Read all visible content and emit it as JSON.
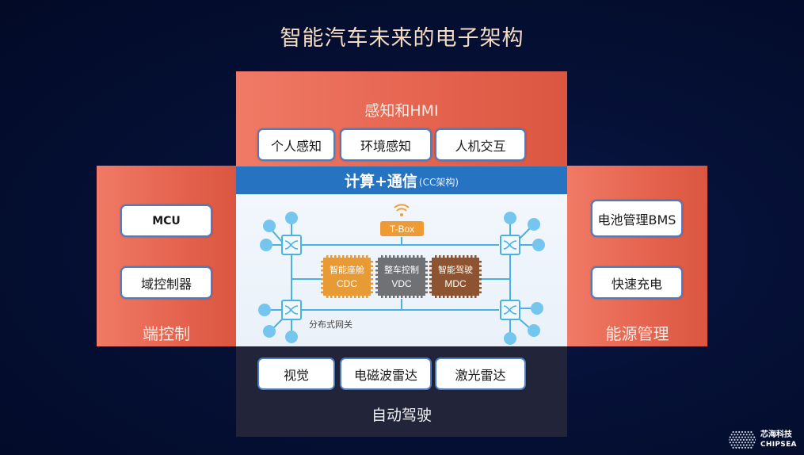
{
  "title": "智能汽车未来的电子架构",
  "top_panel": {
    "label": "感知和HMI",
    "items": [
      "个人感知",
      "环境感知",
      "人机交互"
    ]
  },
  "left_panel": {
    "label": "端控制",
    "items": [
      "MCU",
      "域控制器"
    ]
  },
  "right_panel": {
    "label": "能源管理",
    "items": [
      "电池管理BMS",
      "快速充电"
    ]
  },
  "bottom_panel": {
    "label": "自动驾驶",
    "items": [
      "视觉",
      "电磁波雷达",
      "激光雷达"
    ]
  },
  "center": {
    "title": "计算+通信",
    "subtitle": "(CC架构)",
    "tbox": "T-Box",
    "gateway_label": "分布式网关",
    "chips": [
      {
        "name": "智能座舱",
        "code": "CDC",
        "color": "#e89a34"
      },
      {
        "name": "整车控制",
        "code": "VDC",
        "color": "#6f7175"
      },
      {
        "name": "智能驾驶",
        "code": "MDC",
        "color": "#8e5431"
      }
    ],
    "line_color": "#49b3e0",
    "node_color": "#74c6ee"
  },
  "logo": {
    "cn": "芯海科技",
    "en": "CHIPSEA"
  },
  "colors": {
    "panel_red": "#e4634e",
    "cc_blue": "#2673c2",
    "box_border": "#4f7cc0",
    "title_color": "#f3dcc2"
  }
}
